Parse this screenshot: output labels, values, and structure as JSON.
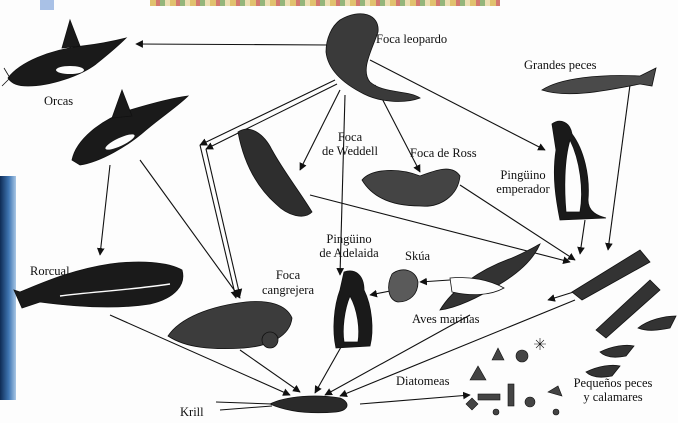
{
  "labels": {
    "orcas": "Orcas",
    "leopard_seal": "Foca leopardo",
    "big_fish": "Grandes peces",
    "weddell_seal_1": "Foca",
    "weddell_seal_2": "de Weddell",
    "ross_seal": "Foca de Ross",
    "emperor_penguin_1": "Pingüino",
    "emperor_penguin_2": "emperador",
    "adelie_penguin_1": "Pingüino",
    "adelie_penguin_2": "de Adelaida",
    "skua": "Skúa",
    "rorqual": "Rorcual",
    "crabeater_seal_1": "Foca",
    "crabeater_seal_2": "cangrejera",
    "seabirds": "Aves marinas",
    "diatoms": "Diatomeas",
    "small_fish_1": "Pequeños peces",
    "small_fish_2": "y calamares",
    "krill": "Krill"
  },
  "colors": {
    "ink": "#111111",
    "animal": "#1a1a1a",
    "paper": "#fdfdfd"
  }
}
